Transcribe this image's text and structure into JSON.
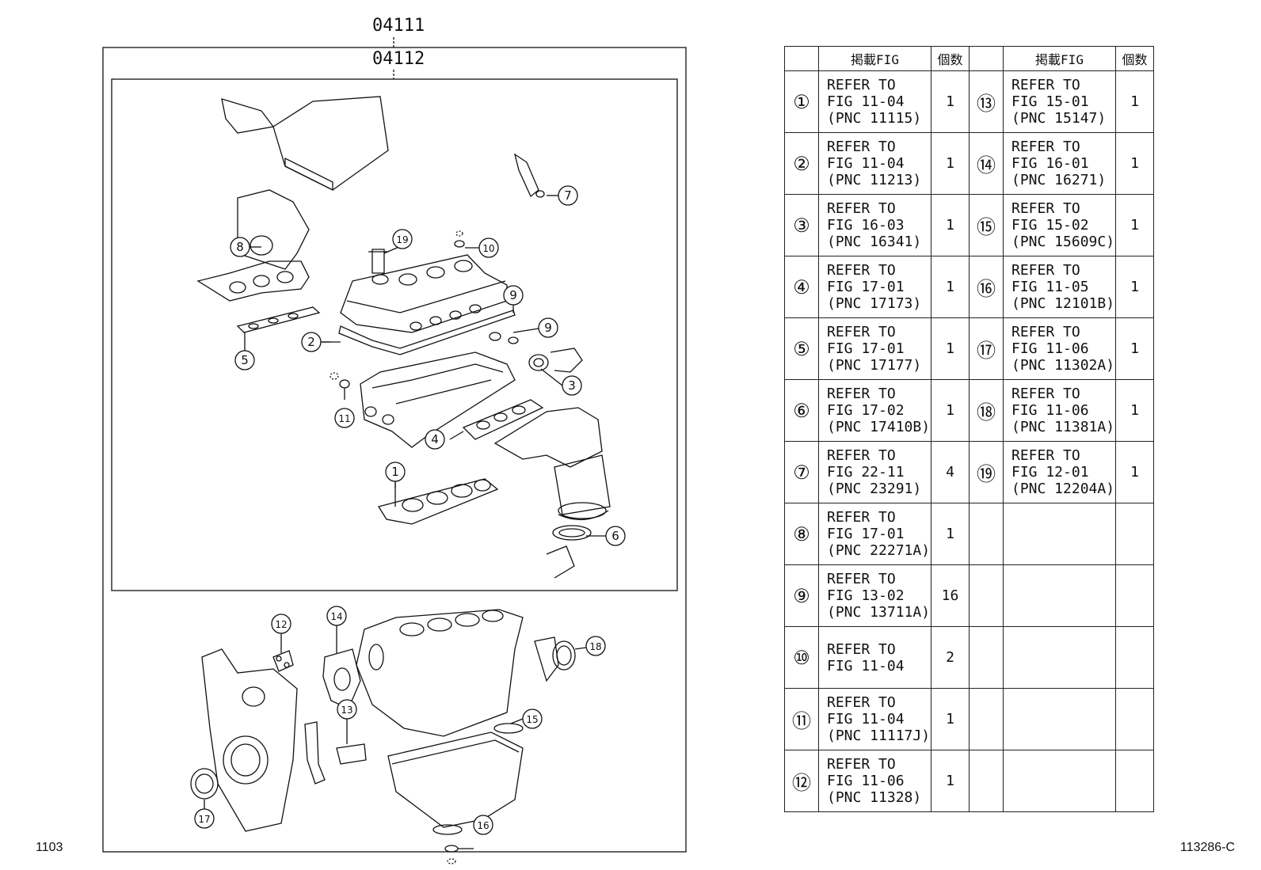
{
  "kit_codes": {
    "outer": "04111",
    "inner": "04112"
  },
  "table": {
    "headers": [
      "",
      "掲載FIG",
      "個数",
      "",
      "掲載FIG",
      "個数"
    ],
    "rows": [
      {
        "left": {
          "num": "①",
          "ref": "REFER TO\nFIG 11-04\n(PNC 11115)",
          "qty": "1"
        },
        "right": {
          "num": "⑬",
          "ref": "REFER TO\nFIG 15-01\n(PNC 15147)",
          "qty": "1"
        }
      },
      {
        "left": {
          "num": "②",
          "ref": "REFER TO\nFIG 11-04\n(PNC 11213)",
          "qty": "1"
        },
        "right": {
          "num": "⑭",
          "ref": "REFER TO\nFIG 16-01\n(PNC 16271)",
          "qty": "1"
        }
      },
      {
        "left": {
          "num": "③",
          "ref": "REFER TO\nFIG 16-03\n(PNC 16341)",
          "qty": "1"
        },
        "right": {
          "num": "⑮",
          "ref": "REFER TO\nFIG 15-02\n(PNC 15609C)",
          "qty": "1"
        }
      },
      {
        "left": {
          "num": "④",
          "ref": "REFER TO\nFIG 17-01\n(PNC 17173)",
          "qty": "1"
        },
        "right": {
          "num": "⑯",
          "ref": "REFER TO\nFIG 11-05\n(PNC 12101B)",
          "qty": "1"
        }
      },
      {
        "left": {
          "num": "⑤",
          "ref": "REFER TO\nFIG 17-01\n(PNC 17177)",
          "qty": "1"
        },
        "right": {
          "num": "⑰",
          "ref": "REFER TO\nFIG 11-06\n(PNC 11302A)",
          "qty": "1"
        }
      },
      {
        "left": {
          "num": "⑥",
          "ref": "REFER TO\nFIG 17-02\n(PNC 17410B)",
          "qty": "1"
        },
        "right": {
          "num": "⑱",
          "ref": "REFER TO\nFIG 11-06\n(PNC 11381A)",
          "qty": "1"
        }
      },
      {
        "left": {
          "num": "⑦",
          "ref": "REFER TO\nFIG 22-11\n(PNC 23291)",
          "qty": "4"
        },
        "right": {
          "num": "⑲",
          "ref": "REFER TO\nFIG 12-01\n(PNC 12204A)",
          "qty": "1"
        }
      },
      {
        "left": {
          "num": "⑧",
          "ref": "REFER TO\nFIG 17-01\n(PNC 22271A)",
          "qty": "1"
        },
        "right": {
          "num": "",
          "ref": "",
          "qty": ""
        }
      },
      {
        "left": {
          "num": "⑨",
          "ref": "REFER TO\nFIG 13-02\n(PNC 13711A)",
          "qty": "16"
        },
        "right": {
          "num": "",
          "ref": "",
          "qty": ""
        }
      },
      {
        "left": {
          "num": "⑩",
          "ref": "REFER TO\nFIG 11-04",
          "qty": "2"
        },
        "right": {
          "num": "",
          "ref": "",
          "qty": ""
        }
      },
      {
        "left": {
          "num": "⑪",
          "ref": "REFER TO\nFIG 11-04\n(PNC 11117J)",
          "qty": "1"
        },
        "right": {
          "num": "",
          "ref": "",
          "qty": ""
        }
      },
      {
        "left": {
          "num": "⑫",
          "ref": "REFER TO\nFIG 11-06\n(PNC 11328)",
          "qty": "1"
        },
        "right": {
          "num": "",
          "ref": "",
          "qty": ""
        }
      }
    ]
  },
  "callouts": [
    "1",
    "2",
    "3",
    "4",
    "5",
    "6",
    "7",
    "8",
    "9",
    "10",
    "11",
    "12",
    "13",
    "14",
    "15",
    "16",
    "17",
    "18",
    "19"
  ],
  "footer": {
    "left": "1103",
    "right": "113286-C"
  }
}
